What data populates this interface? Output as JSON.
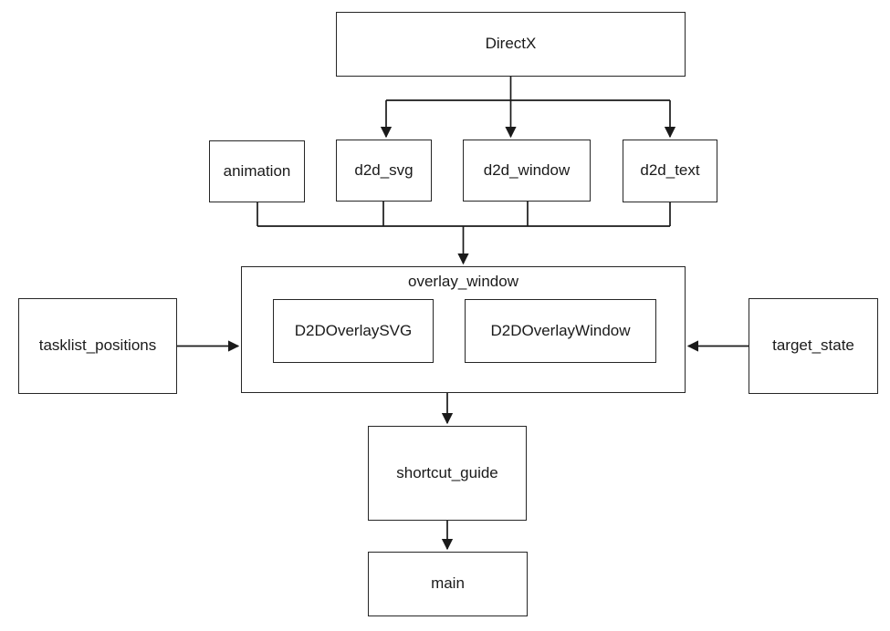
{
  "diagram": {
    "type": "dependency-flowchart",
    "background_color": "#ffffff",
    "line_color": "#1a1a1a",
    "box_border_color": "#262626",
    "text_color": "#1a1a1a",
    "nodes": {
      "directx": {
        "label": "DirectX"
      },
      "animation": {
        "label": "animation"
      },
      "d2d_svg": {
        "label": "d2d_svg"
      },
      "d2d_window": {
        "label": "d2d_window"
      },
      "d2d_text": {
        "label": "d2d_text"
      },
      "overlay_window": {
        "label": "overlay_window"
      },
      "d2d_overlay_svg": {
        "label": "D2DOverlaySVG"
      },
      "d2d_overlay_window": {
        "label": "D2DOverlayWindow"
      },
      "tasklist_positions": {
        "label": "tasklist_positions"
      },
      "target_state": {
        "label": "target_state"
      },
      "shortcut_guide": {
        "label": "shortcut_guide"
      },
      "main": {
        "label": "main"
      }
    },
    "edges": [
      {
        "from": "DirectX",
        "to": "d2d_svg",
        "arrow": true
      },
      {
        "from": "DirectX",
        "to": "d2d_window",
        "arrow": true
      },
      {
        "from": "DirectX",
        "to": "d2d_text",
        "arrow": true
      },
      {
        "from": "animation",
        "to": "overlay_window",
        "arrow": true
      },
      {
        "from": "d2d_svg",
        "to": "overlay_window",
        "arrow": true
      },
      {
        "from": "d2d_window",
        "to": "overlay_window",
        "arrow": true
      },
      {
        "from": "d2d_text",
        "to": "overlay_window",
        "arrow": true
      },
      {
        "from": "tasklist_positions",
        "to": "overlay_window",
        "arrow": true
      },
      {
        "from": "target_state",
        "to": "overlay_window",
        "arrow": true
      },
      {
        "from": "overlay_window",
        "to": "shortcut_guide",
        "arrow": true
      },
      {
        "from": "shortcut_guide",
        "to": "main",
        "arrow": true
      }
    ]
  }
}
